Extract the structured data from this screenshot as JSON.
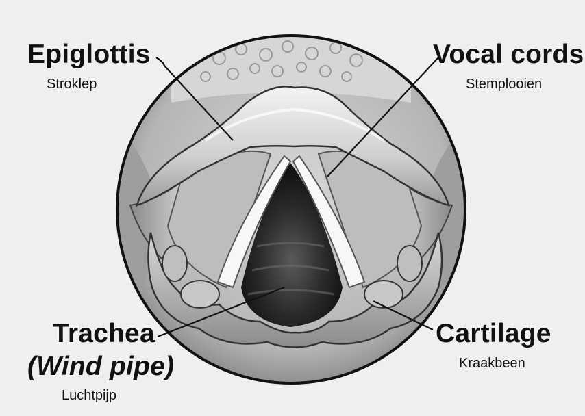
{
  "labels": {
    "epiglottis": {
      "english": "Epiglottis",
      "dutch": "Stroklep"
    },
    "vocal_cords": {
      "english": "Vocal cords",
      "dutch": "Stemplooien"
    },
    "trachea": {
      "english": "Trachea",
      "alt": "(Wind pipe)",
      "dutch": "Luchtpijp"
    },
    "cartilage": {
      "english": "Cartilage",
      "dutch": "Kraakbeen"
    }
  },
  "colors": {
    "background": "#efefef",
    "outline": "#111111",
    "lead_lines": "#111111"
  }
}
